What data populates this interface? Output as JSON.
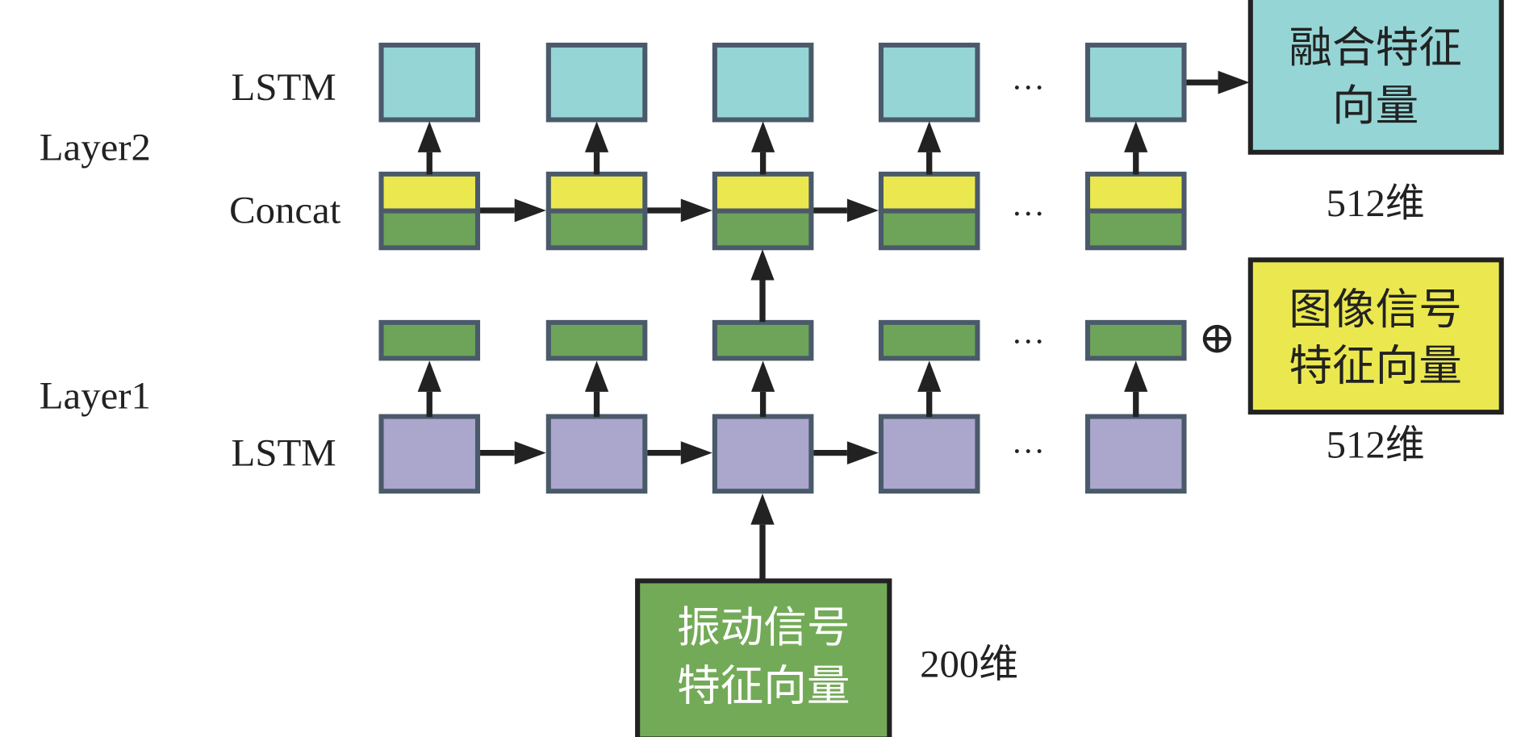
{
  "labels": {
    "layer2": "Layer2",
    "layer1": "Layer1",
    "lstm_top": "LSTM",
    "concat": "Concat",
    "lstm_bottom": "LSTM",
    "ellipsis": "…",
    "oplus": "⊕"
  },
  "fused_box": {
    "line1": "融合特征",
    "line2": "向量",
    "dim": "512维"
  },
  "image_box": {
    "line1": "图像信号",
    "line2": "特征向量",
    "dim": "512维"
  },
  "vibration_box": {
    "line1": "振动信号",
    "line2": "特征向量",
    "dim": "200维"
  },
  "colors": {
    "lstm2": "#96d5d6",
    "concat_top": "#ebe84f",
    "concat_bottom": "#6ea35a",
    "layer1_out": "#6ea35a",
    "lstm1": "#aaa6cc",
    "cell_border": "#4a5a6b",
    "vibration": "#73aa57",
    "arrow": "#222222"
  }
}
